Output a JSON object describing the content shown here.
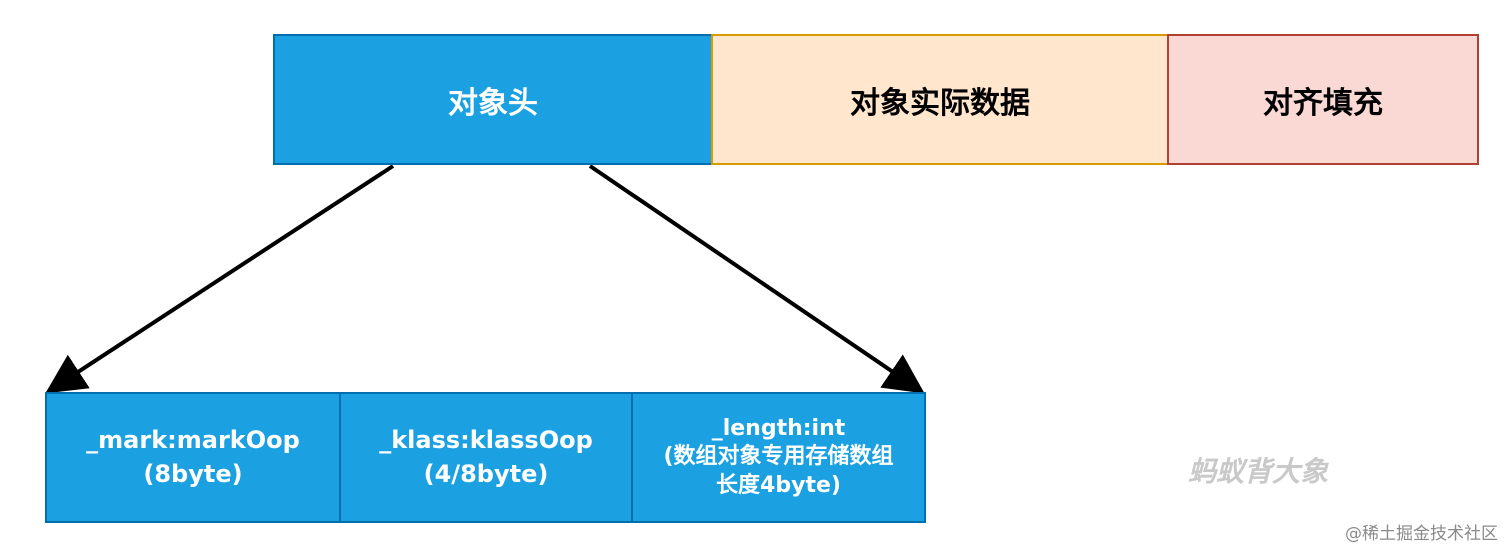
{
  "top_row": {
    "header": "对象头",
    "instance_data": "对象实际数据",
    "padding": "对齐填充"
  },
  "header_fields": {
    "mark": {
      "line1": "_mark:markOop",
      "line2": "(8byte)"
    },
    "klass": {
      "line1": "_klass:klassOop",
      "line2": "(4/8byte)"
    },
    "length": {
      "line1": "_length:int",
      "line2": "(数组对象专用存储数组",
      "line3": "长度4byte)"
    }
  },
  "watermark": "蚂蚁背大象",
  "credit": "@稀土掘金技术社区",
  "colors": {
    "header_fill": "#1ba1e2",
    "data_fill": "#ffe6cc",
    "padding_fill": "#fad9d5"
  }
}
